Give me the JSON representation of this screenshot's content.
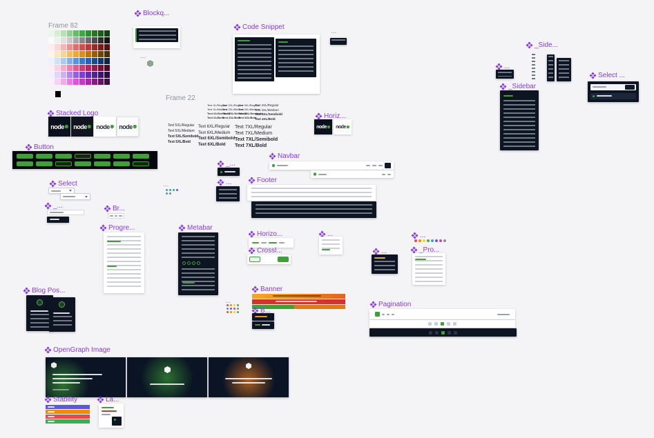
{
  "canvas": {
    "background": "#f4f4f6"
  },
  "labels": {
    "frame82": "Frame 82",
    "blockquote": "Blockq...",
    "ellipsis1": "...",
    "code_snippet": "Code Snippet",
    "ellipsis2": "...",
    "side_group": "_Side...",
    "side_mini": "...",
    "sidebar": "_Sidebar",
    "select_dark": "Select ...",
    "stacked_logo": "Stacked Logo",
    "frame22": "Frame 22",
    "horizontal_logo": "Horiz...",
    "button": "Button",
    "navbar": "Navbar",
    "select": "Select",
    "ellipsis3": "...",
    "underscore1": "_...",
    "ellipsis4": "...",
    "footer": "Footer",
    "underscore2": "_...",
    "breadcrumb": "Br...",
    "progression": "Progre...",
    "metabar": "Metabar",
    "horizontal_rule": "Horizo...",
    "crosslink": "Crossl...",
    "ellipsis5": "...",
    "ellipsis6": "...",
    "ellipsis7": "...",
    "pro": "_Pro...",
    "blog_post": "Blog Pos...",
    "ellipsis8": "...",
    "banner": "Banner",
    "b_item": "B...",
    "pagination": "Pagination",
    "opengraph": "OpenGraph Image",
    "stability": "Stability",
    "la_item": "La..."
  },
  "logo": {
    "word": "node",
    "accent": "#3fa037"
  },
  "palette": {
    "rows": [
      [
        "#ebf7eb",
        "#d3eed3",
        "#b7e2b7",
        "#8fd18f",
        "#63bd63",
        "#3fa93f",
        "#2f8f2f",
        "#247524",
        "#1a5c1a",
        "#114211"
      ],
      [
        "#fafafa",
        "#f0f0f0",
        "#e0e0e0",
        "#c9c9c9",
        "#a8a8a8",
        "#8a8a8a",
        "#6b6b6b",
        "#4d4d4d",
        "#2e2e2e",
        "#141414"
      ],
      [
        "#fdeeee",
        "#fad7d7",
        "#f5b5b5",
        "#ee8f8f",
        "#e56a6a",
        "#d94a4a",
        "#c03535",
        "#9e2626",
        "#7a1b1b",
        "#571111"
      ],
      [
        "#fdf6e7",
        "#fae8c2",
        "#f5d695",
        "#efc063",
        "#e8a93c",
        "#d98f1f",
        "#b87613",
        "#945d0d",
        "#704607",
        "#4d2f04"
      ],
      [
        "#eaf2fd",
        "#cfe2fa",
        "#a9ccf5",
        "#7db1ee",
        "#5295e5",
        "#3379d6",
        "#2561b4",
        "#1b4b8f",
        "#12376b",
        "#0b2448"
      ],
      [
        "#fdeef4",
        "#fad3e3",
        "#f5accb",
        "#ee7fae",
        "#e55892",
        "#d63878",
        "#b82762",
        "#941b4d",
        "#70123a",
        "#4d0b27"
      ],
      [
        "#f4eefd",
        "#e3d4fa",
        "#cbb1f5",
        "#ad87ee",
        "#9160e5",
        "#7a3fd6",
        "#642eb8",
        "#4f2194",
        "#3b1670",
        "#280d4d"
      ],
      [
        "#fceefc",
        "#f7d2f7",
        "#f0abf0",
        "#e67ee6",
        "#da55da",
        "#c637c6",
        "#a827a8",
        "#871b87",
        "#651265",
        "#450a45"
      ]
    ],
    "extra": "#000000"
  },
  "typography": {
    "columns": [
      {
        "lines": [
          "Text XL/Regular",
          "Text XL/Medium",
          "Text XL/Semibold",
          "Text XL/Bold"
        ]
      },
      {
        "lines": [
          "Text 2XL/Regular",
          "Text 2XL/Medium",
          "Text 2XL/Semibold",
          "Text 2XL/Bold"
        ]
      },
      {
        "lines": [
          "Text 3XL/Regular",
          "Text 3XL/Medium",
          "Text 3XL/Semibold",
          "Text 3XL/Bold"
        ]
      },
      {
        "lines": [
          "Text 4XL/Regular",
          "Text 4XL/Medium",
          "Text 4XL/Semibold",
          "Text 4XL/Bold"
        ]
      },
      {
        "lines": [
          "Text 5XL/Regular",
          "Text 5XL/Medium",
          "Text 5XL/Semibold",
          "Text 5XL/Bold"
        ]
      },
      {
        "lines": [
          "Text 6XL/Regular",
          "Text 6XL/Medium",
          "Text 6XL/Semibold",
          "Text 6XL/Bold"
        ]
      },
      {
        "lines": [
          "Text 7XL/Regular",
          "Text 7XL/Medium",
          "Text 7XL/Semibold",
          "Text 7XL/Bold"
        ]
      }
    ]
  },
  "colors": {
    "green": "#3fa037",
    "dark_panel": "#0d1422",
    "component_purple": "#8639e8",
    "frame_gray": "#8d93a0"
  },
  "dots": {
    "colorful": [
      "#e5484d",
      "#f08c00",
      "#ffd60a",
      "#46a758",
      "#3a9bdc",
      "#6e56cf",
      "#d6409f",
      "#8d8d8d"
    ],
    "blue": [
      "#3a9bdc",
      "#46a758",
      "#3a9bdc",
      "#6e56cf",
      "#3a9bdc",
      "#46a758"
    ]
  },
  "stability": {
    "colors": [
      "#5b5bd6",
      "#f08c00",
      "#e5484d",
      "#46a758"
    ]
  },
  "banner": {
    "colors": [
      "#f0a928",
      "#cf3333",
      "#3fa037",
      "#e07820"
    ]
  }
}
